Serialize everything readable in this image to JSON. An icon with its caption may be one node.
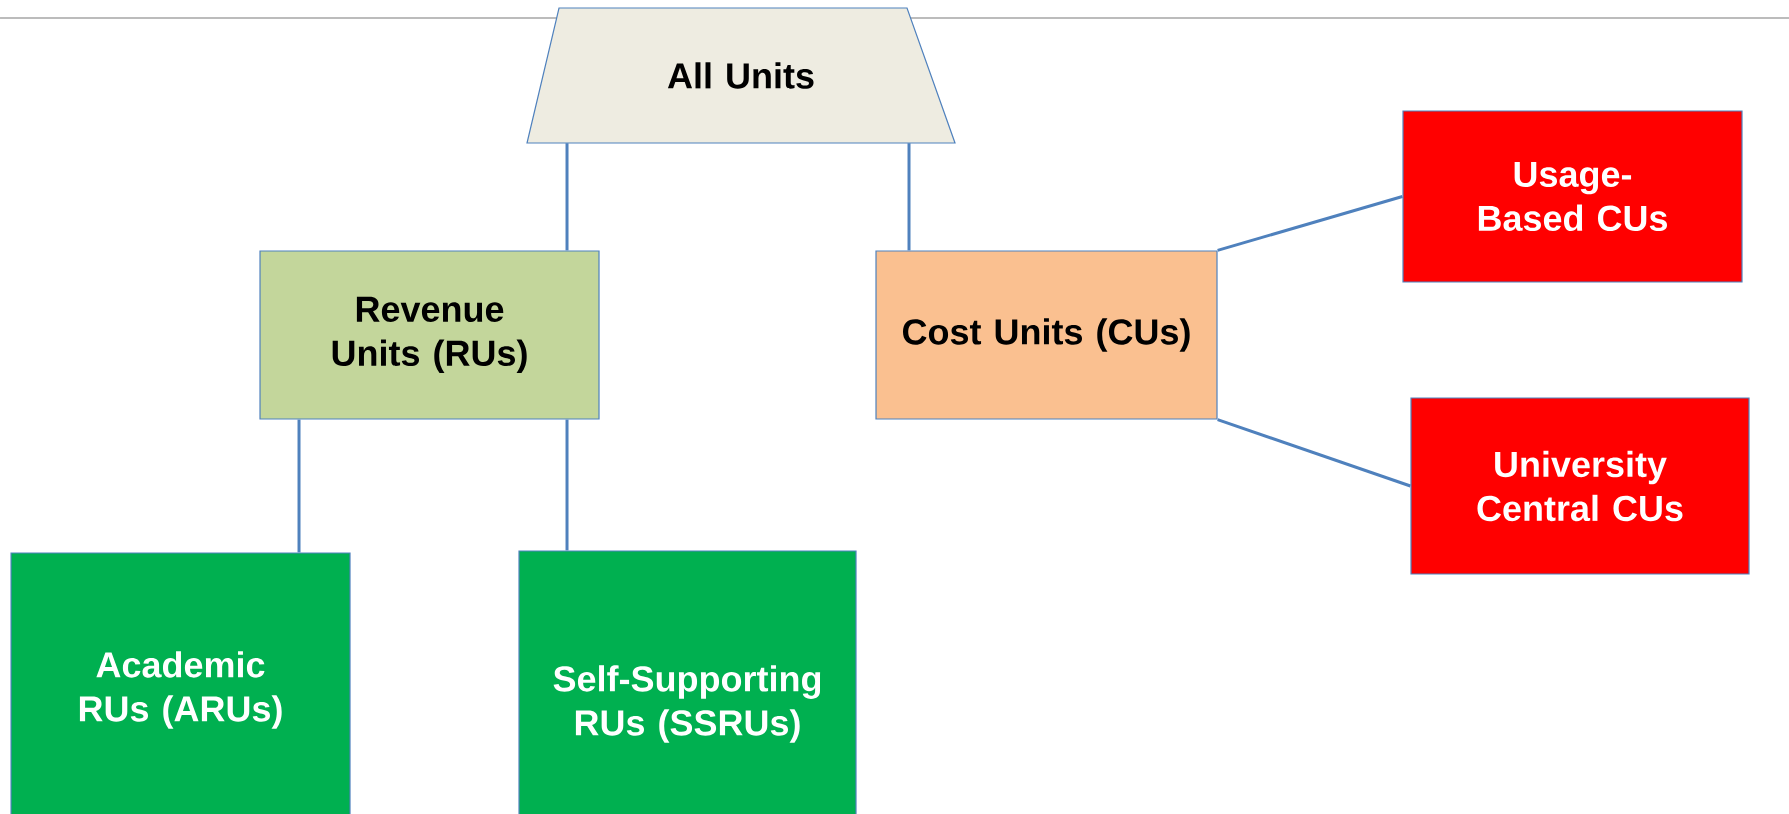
{
  "diagram": {
    "nodes": [
      {
        "text": [
          "All Units"
        ]
      },
      {
        "text": [
          "Revenue Units (RUs)"
        ]
      },
      {
        "text": [
          "Cost Units (CUs)"
        ]
      },
      {
        "text": [
          "Usage-Based CUs"
        ]
      },
      {
        "text": [
          "University Central CUs"
        ]
      },
      {
        "text": [
          "Academic RUs (ARUs)"
        ]
      },
      {
        "text": [
          "Self-Supporting RUs (SSRUs)"
        ]
      }
    ],
    "edges": [
      {
        "from": 0,
        "to": 1,
        "arrow": "none"
      },
      {
        "from": 0,
        "to": 2,
        "arrow": "none"
      },
      {
        "from": 2,
        "to": 3,
        "arrow": "none"
      },
      {
        "from": 2,
        "to": 4,
        "arrow": "none"
      },
      {
        "from": 1,
        "to": 5,
        "arrow": "none"
      },
      {
        "from": 1,
        "to": 6,
        "arrow": "none"
      }
    ]
  }
}
